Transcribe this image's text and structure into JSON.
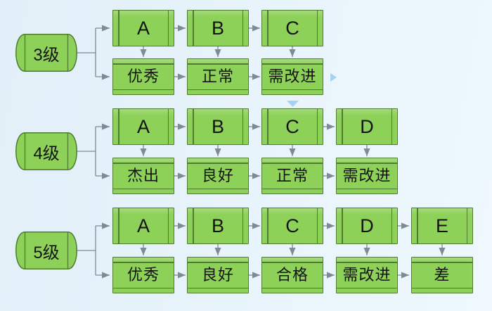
{
  "diagram": {
    "rows": [
      {
        "level": "3级",
        "grades": [
          "A",
          "B",
          "C"
        ],
        "ratings": [
          "优秀",
          "正常",
          "需改进"
        ]
      },
      {
        "level": "4级",
        "grades": [
          "A",
          "B",
          "C",
          "D"
        ],
        "ratings": [
          "杰出",
          "良好",
          "正常",
          "需改进"
        ]
      },
      {
        "level": "5级",
        "grades": [
          "A",
          "B",
          "C",
          "D",
          "E"
        ],
        "ratings": [
          "优秀",
          "良好",
          "合格",
          "需改进",
          "差"
        ]
      }
    ]
  },
  "icons": {
    "nav_right": "right-nav-triangle",
    "nav_down": "down-nav-triangle"
  },
  "colors": {
    "background_start": "#e2eff8",
    "background_end": "#eef8fe",
    "node_fill": "#8dd158",
    "node_border": "#4e7c31",
    "connector": "#7d8a97",
    "nav_arrow": "#a5d2ee",
    "text": "#141414"
  }
}
